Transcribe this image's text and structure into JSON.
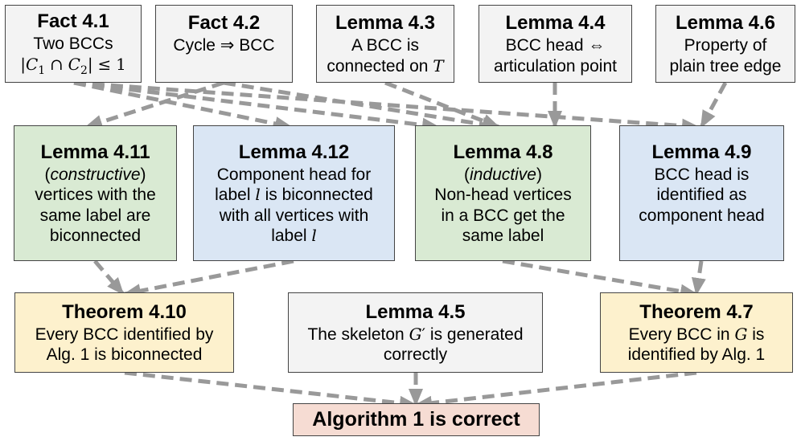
{
  "nodes": {
    "fact41": {
      "title": "Fact 4.1",
      "lines": [
        "Two BCCs"
      ]
    },
    "fact42": {
      "title": "Fact 4.2",
      "cycle": "Cycle",
      "implies": "⇒",
      "bcc": "BCC"
    },
    "lemma43": {
      "title": "Lemma 4.3",
      "line1": "A BCC is",
      "line2_pre": "connected on ",
      "line2_var": "T"
    },
    "lemma44": {
      "title": "Lemma 4.4",
      "line1_pre": "BCC head ",
      "line1_sym": "⇔",
      "line2": "articulation point"
    },
    "lemma46": {
      "title": "Lemma 4.6",
      "lines": [
        "Property of",
        "plain tree edge"
      ]
    },
    "lemma411": {
      "title": "Lemma 4.11",
      "paren_open": "(",
      "italic": "constructive",
      "paren_close": ")",
      "lines": [
        "vertices with the",
        "same label are",
        "biconnected"
      ]
    },
    "lemma412": {
      "title": "Lemma 4.12",
      "line1": "Component head for",
      "line2_pre": "label ",
      "line2_var": "l",
      "line2_post": " is biconnected",
      "line3": "with all vertices with",
      "line4_pre": "label ",
      "line4_var": "l"
    },
    "lemma48": {
      "title": "Lemma 4.8",
      "paren_open": "(",
      "italic": "inductive",
      "paren_close": ")",
      "lines": [
        "Non-head vertices",
        "in a BCC get the",
        "same label"
      ]
    },
    "lemma49": {
      "title": "Lemma 4.9",
      "lines": [
        "BCC head is",
        "identified as",
        "component head"
      ]
    },
    "theorem410": {
      "title": "Theorem 4.10",
      "lines": [
        "Every BCC identified by",
        "Alg. 1 is biconnected"
      ]
    },
    "lemma45": {
      "title": "Lemma 4.5",
      "line1_pre": "The skeleton ",
      "line1_var": "G",
      "line1_prime": "′",
      "line1_post": " is generated",
      "line2": "correctly"
    },
    "theorem47": {
      "title": "Theorem 4.7",
      "line1_pre": "Every BCC in ",
      "line1_var": "G",
      "line1_post": " is",
      "line2": "identified by Alg. 1"
    },
    "algorithm1": {
      "title": "Algorithm 1 is correct"
    }
  },
  "math": {
    "bar": "|",
    "c": "C",
    "sub1": "1",
    "sub2": "2",
    "cap": "∩",
    "leq": "≤",
    "one": "1"
  },
  "colors": {
    "gray": "#f3f3f3",
    "green": "#d9ead3",
    "blue": "#dae6f4",
    "yellow": "#fdf1cd",
    "red": "#f6dcd3",
    "arrow": "#999999",
    "border": "#444444"
  }
}
